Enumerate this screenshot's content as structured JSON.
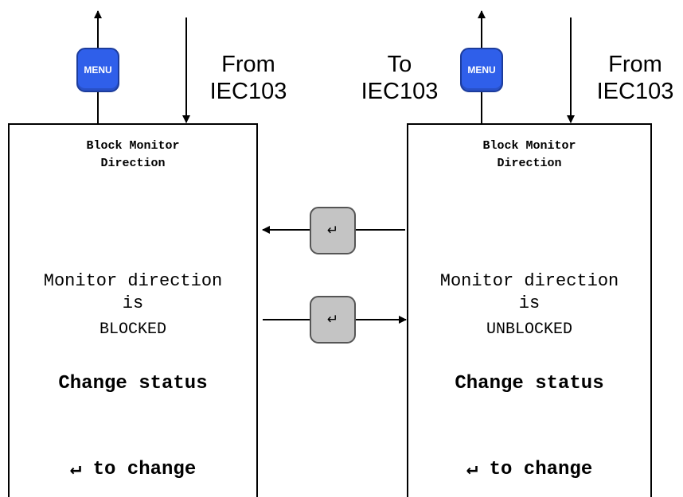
{
  "colors": {
    "menu_button": "#2f5fea",
    "enter_button": "#c4c4c4",
    "line": "#000000"
  },
  "labels": {
    "from_left": "From\nIEC103",
    "to_right": "To\nIEC103",
    "from_right": "From\nIEC103"
  },
  "buttons": {
    "menu_label": "MENU",
    "enter_glyph": "↵"
  },
  "left_panel": {
    "title": "Block Monitor\nDirection",
    "line1": "Monitor direction",
    "line2": "is",
    "line3": "BLOCKED",
    "action": "Change status",
    "hint": "↵  to change"
  },
  "right_panel": {
    "title": "Block Monitor\nDirection",
    "line1": "Monitor direction",
    "line2": "is",
    "line3": "UNBLOCKED",
    "action": "Change status",
    "hint": "↵  to change"
  }
}
